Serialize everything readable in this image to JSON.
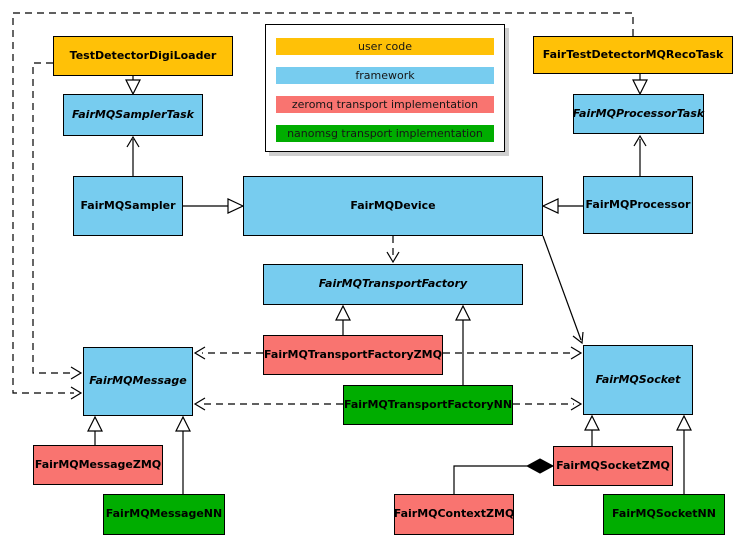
{
  "legend": {
    "items": [
      {
        "label": "user code",
        "color": "#FFC107",
        "type": "user-code"
      },
      {
        "label": "framework",
        "color": "#77CCEF",
        "type": "framework"
      },
      {
        "label": "zeromq transport implementation",
        "color": "#F97470",
        "type": "zeromq"
      },
      {
        "label": "nanomsg transport implementation",
        "color": "#00AD00",
        "type": "nanomsg"
      }
    ]
  },
  "nodes": {
    "digiLoader": {
      "label": "TestDetectorDigiLoader",
      "color": "#FFC107",
      "abstract": false
    },
    "recoTask": {
      "label": "FairTestDetectorMQRecoTask",
      "color": "#FFC107",
      "abstract": false
    },
    "samplerTask": {
      "label": "FairMQSamplerTask",
      "color": "#77CCEF",
      "abstract": true
    },
    "processorTask": {
      "label": "FairMQProcessorTask",
      "color": "#77CCEF",
      "abstract": true
    },
    "sampler": {
      "label": "FairMQSampler",
      "color": "#77CCEF",
      "abstract": false
    },
    "device": {
      "label": "FairMQDevice",
      "color": "#77CCEF",
      "abstract": false
    },
    "processor": {
      "label": "FairMQProcessor",
      "color": "#77CCEF",
      "abstract": false
    },
    "transportFactory": {
      "label": "FairMQTransportFactory",
      "color": "#77CCEF",
      "abstract": true
    },
    "transportFactoryZMQ": {
      "label": "FairMQTransportFactoryZMQ",
      "color": "#F97470",
      "abstract": false
    },
    "transportFactoryNN": {
      "label": "FairMQTransportFactoryNN",
      "color": "#00AD00",
      "abstract": false
    },
    "message": {
      "label": "FairMQMessage",
      "color": "#77CCEF",
      "abstract": true
    },
    "socket": {
      "label": "FairMQSocket",
      "color": "#77CCEF",
      "abstract": true
    },
    "messageZMQ": {
      "label": "FairMQMessageZMQ",
      "color": "#F97470",
      "abstract": false
    },
    "messageNN": {
      "label": "FairMQMessageNN",
      "color": "#00AD00",
      "abstract": false
    },
    "socketZMQ": {
      "label": "FairMQSocketZMQ",
      "color": "#F97470",
      "abstract": false
    },
    "contextZMQ": {
      "label": "FairMQContextZMQ",
      "color": "#F97470",
      "abstract": false
    },
    "socketNN": {
      "label": "FairMQSocketNN",
      "color": "#00AD00",
      "abstract": false
    }
  },
  "edges": [
    {
      "from": "TestDetectorDigiLoader",
      "to": "FairMQSamplerTask",
      "type": "inheritance"
    },
    {
      "from": "FairTestDetectorMQRecoTask",
      "to": "FairMQProcessorTask",
      "type": "inheritance"
    },
    {
      "from": "FairMQSampler",
      "to": "FairMQDevice",
      "type": "inheritance"
    },
    {
      "from": "FairMQProcessor",
      "to": "FairMQDevice",
      "type": "inheritance"
    },
    {
      "from": "FairMQTransportFactoryZMQ",
      "to": "FairMQTransportFactory",
      "type": "inheritance"
    },
    {
      "from": "FairMQTransportFactoryNN",
      "to": "FairMQTransportFactory",
      "type": "inheritance"
    },
    {
      "from": "FairMQMessageZMQ",
      "to": "FairMQMessage",
      "type": "inheritance"
    },
    {
      "from": "FairMQMessageNN",
      "to": "FairMQMessage",
      "type": "inheritance"
    },
    {
      "from": "FairMQSocketZMQ",
      "to": "FairMQSocket",
      "type": "inheritance"
    },
    {
      "from": "FairMQSocketNN",
      "to": "FairMQSocket",
      "type": "inheritance"
    },
    {
      "from": "FairMQSampler",
      "to": "FairMQSamplerTask",
      "type": "association"
    },
    {
      "from": "FairMQProcessor",
      "to": "FairMQProcessorTask",
      "type": "association"
    },
    {
      "from": "FairMQDevice",
      "to": "FairMQSocket",
      "type": "association"
    },
    {
      "from": "FairMQDevice",
      "to": "FairMQTransportFactory",
      "type": "dependency"
    },
    {
      "from": "TestDetectorDigiLoader",
      "to": "FairMQMessage",
      "type": "dependency"
    },
    {
      "from": "FairTestDetectorMQRecoTask",
      "to": "FairMQMessage",
      "type": "dependency"
    },
    {
      "from": "FairMQTransportFactoryZMQ",
      "to": "FairMQMessage",
      "type": "dependency"
    },
    {
      "from": "FairMQTransportFactoryZMQ",
      "to": "FairMQSocket",
      "type": "dependency"
    },
    {
      "from": "FairMQTransportFactoryNN",
      "to": "FairMQMessage",
      "type": "dependency"
    },
    {
      "from": "FairMQTransportFactoryNN",
      "to": "FairMQSocket",
      "type": "dependency"
    },
    {
      "from": "FairMQSocketZMQ",
      "to": "FairMQContextZMQ",
      "type": "composition"
    }
  ]
}
